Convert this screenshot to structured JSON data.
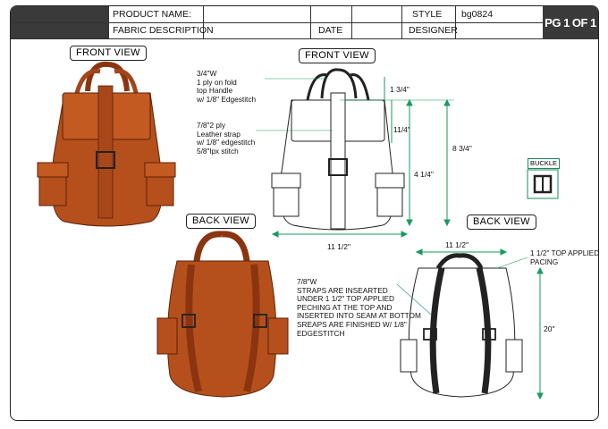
{
  "header": {
    "product_name_label": "PRODUCT NAME:",
    "fabric_description_label": "FABRIC DESCRIPTION",
    "date_label": "DATE",
    "style_label": "STYLE",
    "style_value": "bg0824",
    "designer_label": "DESIGNER",
    "page_label": "PG 1 OF 1"
  },
  "views": {
    "front_view_left": "FRONT VIEW",
    "front_view_center": "FRONT VIEW",
    "back_view_left": "BACK VIEW",
    "back_view_right": "BACK VIEW"
  },
  "notes": {
    "handle": "3/4\"W\n1 ply on fold\ntop Handle\nw/ 1/8\" Edgestitch",
    "strap": "7/8\"2 ply\nLeather strap\nw/ 1/8\" edgestitch\n5/8\"lpx stitch",
    "back_straps": "7/8\"W\nSTRAPS ARE INSEARTED\nUNDER 1 1/2\" TOP APPLIED\nPECHING AT THE TOP AND\nINSERTED INTO SEAM AT BOTTOM\nSREAPS ARE FINISHED W/ 1/8\"\nEDGESTITCH",
    "pacing": "1 1/2\" TOP APPLIED\nPACING"
  },
  "dimensions": {
    "handle_height": "1 3/4\"",
    "flap_height": "11/4\"",
    "pocket_height": "4 1/4\"",
    "total_height": "8 3/4\"",
    "front_width": "11 1/2\"",
    "back_width": "11 1/2\"",
    "back_height": "20\""
  },
  "buckle": {
    "label": "BUCKLE"
  },
  "colors": {
    "leather": "#b5501c",
    "leather_dark": "#8a3510",
    "dimension_line": "#1a9a5e",
    "header_dark": "#3a3a3a"
  }
}
